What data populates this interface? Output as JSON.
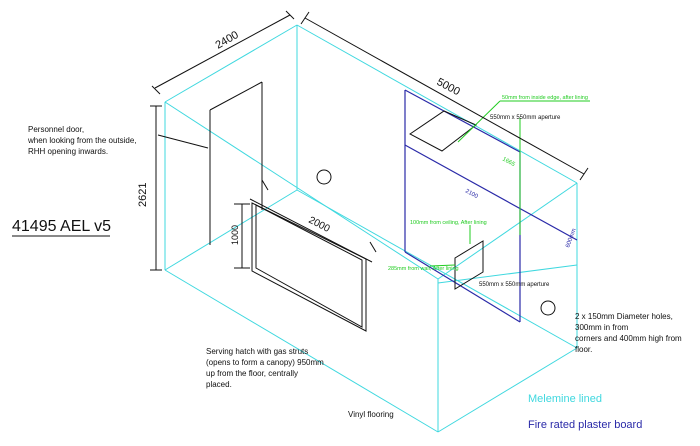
{
  "title": "41495 AEL v5",
  "dimensions": {
    "width": "2400",
    "length": "5000",
    "height": "2621",
    "hatch_width": "2000",
    "hatch_height": "1000"
  },
  "green_notes": {
    "aperture_top_edge": "50mm from inside edge, after lining",
    "vertical_1": "1665",
    "ceiling_note": "100mm from ceiling, After lining",
    "wall_note": "285mm from wall, After lining"
  },
  "aperture_labels": {
    "top": "550mm x 550mm aperture",
    "side": "550mm x 550mm aperture"
  },
  "blue_dims": {
    "span": "2100",
    "height": "600mm"
  },
  "callouts": {
    "door": [
      "Personnel door,",
      "when looking from the outside,",
      "RHH opening inwards."
    ],
    "hatch": [
      "Serving hatch with gas struts",
      "(opens to form a canopy) 950mm",
      "up from the floor, centrally",
      "placed."
    ],
    "floor": "Vinyl flooring",
    "holes": [
      "2 x 150mm Diameter holes,",
      "300mm in from",
      "corners and 400mm high from",
      "floor."
    ]
  },
  "legend": {
    "melamine": "Melemine lined",
    "fire": "Fire rated plaster board"
  },
  "colors": {
    "cyan": "#3fd8df",
    "blue": "#2a2aa8",
    "green": "#22cc22",
    "ink": "#111111"
  }
}
